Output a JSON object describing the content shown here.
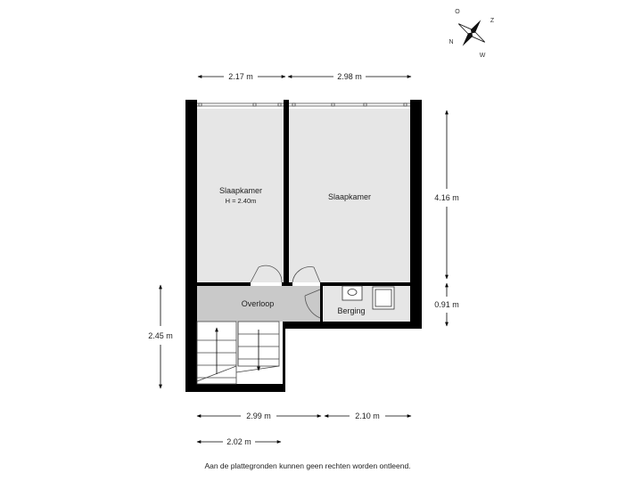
{
  "compass": {
    "north": "N",
    "east": "O",
    "south": "Z",
    "west": "W"
  },
  "dimensions": {
    "top_left_width": "2.17 m",
    "top_right_width": "2.98 m",
    "right_upper_height": "4.16 m",
    "right_lower_height": "0.91 m",
    "left_height": "2.45 m",
    "bottom_left_width": "2.99 m",
    "bottom_right_width": "2.10 m",
    "bottom_stair_width": "2.02 m"
  },
  "rooms": {
    "bedroom_left": {
      "name": "Slaapkamer",
      "height_note": "H = 2.40m"
    },
    "bedroom_right": {
      "name": "Slaapkamer"
    },
    "landing": {
      "name": "Overloop"
    },
    "storage": {
      "name": "Berging"
    }
  },
  "colors": {
    "room_fill": "#e6e6e6",
    "landing_fill": "#c9c9c9",
    "wall": "#000000"
  },
  "disclaimer": "Aan de plattegronden kunnen geen rechten worden ontleend."
}
